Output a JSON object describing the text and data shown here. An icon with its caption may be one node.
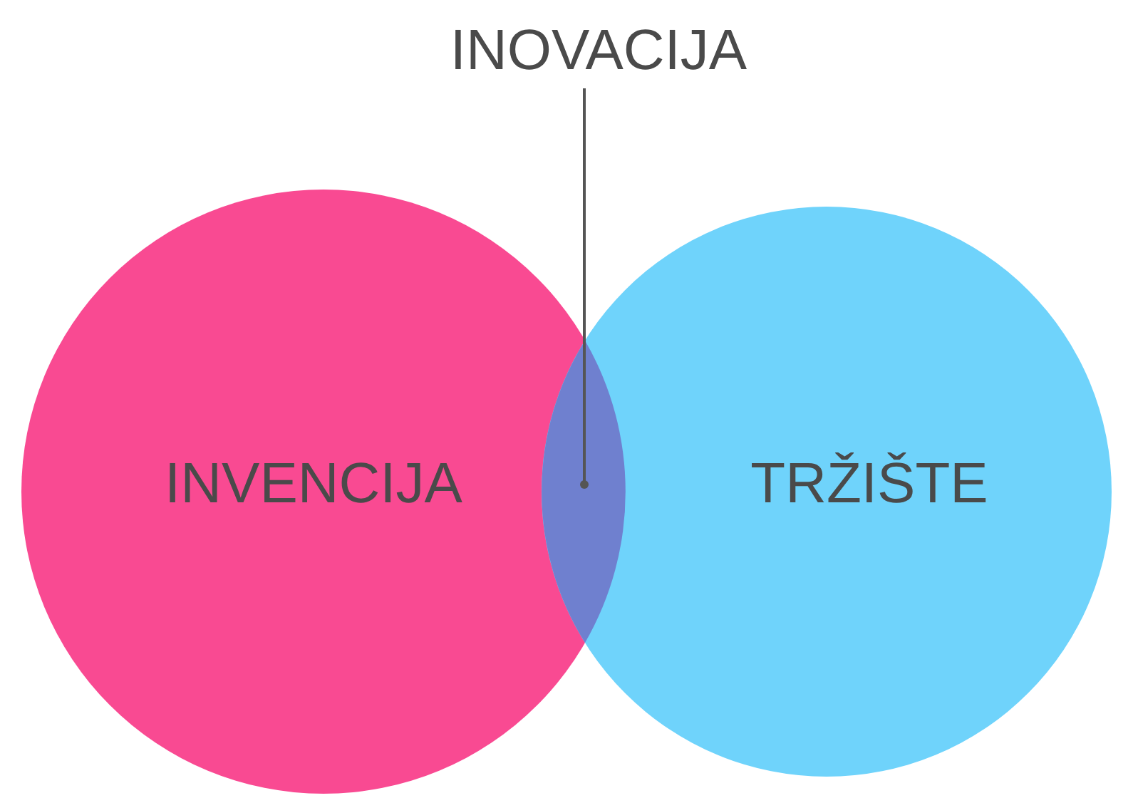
{
  "diagram": {
    "nodes": [
      {
        "text": [
          "INVENCIJA"
        ]
      },
      {
        "text": [
          "TRŽIŠTE"
        ]
      },
      {
        "text": [
          "INOVACIJA"
        ]
      },
      {
        "text": [],
        "shape": "lens"
      }
    ],
    "edges": [
      {
        "from": 2,
        "to": 3,
        "arrow": "other"
      }
    ]
  }
}
